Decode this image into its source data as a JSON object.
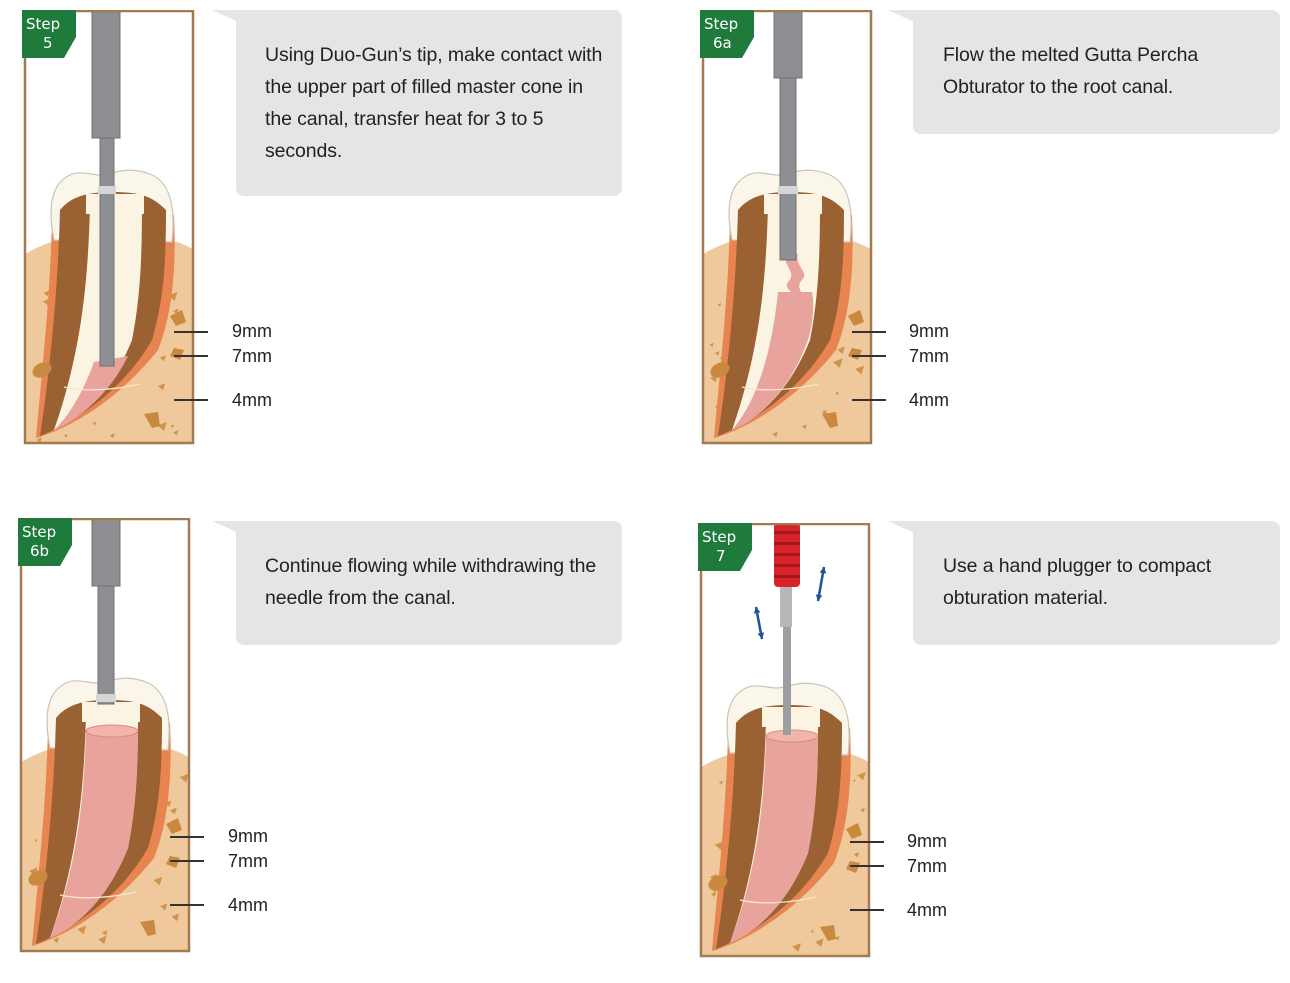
{
  "steps": [
    {
      "badge": {
        "word": "Step",
        "num": "5"
      },
      "instruction": "Using Duo-Gun’s tip, make contact with the upper part of filled master cone in the canal, transfer heat for 3 to 5 seconds.",
      "instrument": "heated-tip",
      "depths": [
        "9mm",
        "7mm",
        "4mm"
      ]
    },
    {
      "badge": {
        "word": "Step",
        "num": "6a"
      },
      "instruction": "Flow the melted Gutta Percha Obturator to the root canal.",
      "instrument": "needle-flow",
      "depths": [
        "9mm",
        "7mm",
        "4mm"
      ]
    },
    {
      "badge": {
        "word": "Step",
        "num": "6b"
      },
      "instruction": "Continue flowing while withdrawing the needle from the canal.",
      "instrument": "needle-withdraw",
      "depths": [
        "9mm",
        "7mm",
        "4mm"
      ]
    },
    {
      "badge": {
        "word": "Step",
        "num": "7"
      },
      "instruction": "Use a hand plugger to compact obturation material.",
      "instrument": "hand-plugger",
      "depths": [
        "9mm",
        "7mm",
        "4mm"
      ]
    }
  ],
  "colors": {
    "badge": "#1e7b3c",
    "bubble": "#e5e5e6",
    "bone": "#efc99b",
    "dentin": "#9a6133",
    "enamel": "#fbf6ea",
    "gutta_percha": "#e9a39d",
    "instrument": "#8d8f92",
    "plugger_handle": "#d8232a",
    "arrow": "#1d5499",
    "frame": "#a47a50"
  }
}
